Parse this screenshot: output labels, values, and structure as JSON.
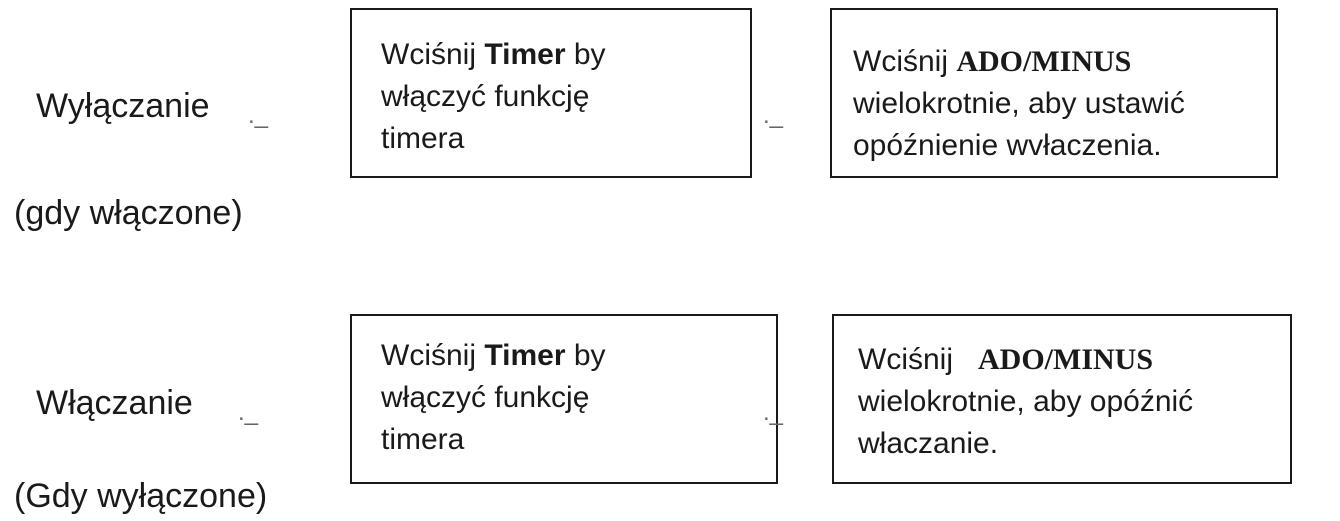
{
  "rows": [
    {
      "label": "Wyłączanie",
      "sub": "(gdy włączone)",
      "sep1": "._",
      "sep2": "._",
      "box1": {
        "pre": "Wciśnij",
        "key": "Timer",
        "post": "by",
        "line2": "włączyć funkcję",
        "line3": "timera"
      },
      "box2": {
        "pre": "Wciśnij",
        "key": "ADO/MINUS",
        "line2": "wielokrotnie, aby ustawić",
        "line3": "opóźnienie wvłaczenia."
      }
    },
    {
      "label": "Włączanie",
      "sub": "(Gdy wyłączone)",
      "sep1": "._",
      "sep2": "._",
      "box1": {
        "pre": "Wciśnij",
        "key": "Timer",
        "post": "by",
        "line2": "włączyć funkcję",
        "line3": "timera"
      },
      "box2": {
        "pre": "Wciśnij",
        "key": "ADO/MINUS",
        "line2": "wielokrotnie, aby opóźnić",
        "line3": "właczanie."
      }
    }
  ]
}
